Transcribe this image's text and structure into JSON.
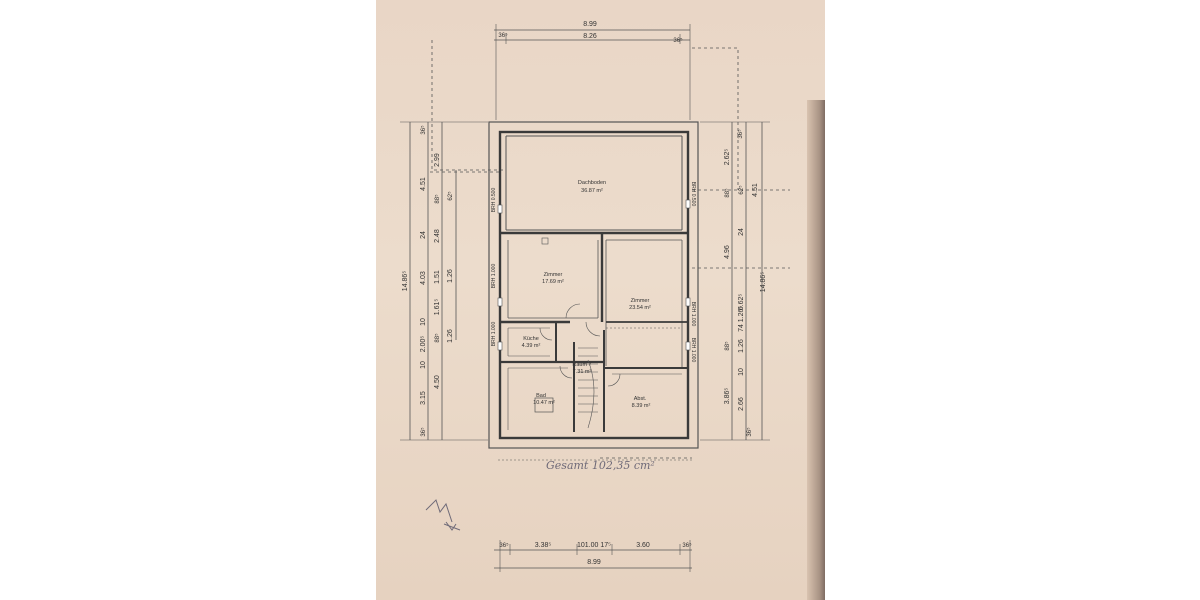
{
  "top_dims": {
    "overall": "8.99",
    "left_wall": "36⁵",
    "inner": "8.26",
    "right_wall": "36⁵"
  },
  "bottom_dims": {
    "left_wall": "36⁵",
    "seg1": "3.38⁵",
    "seg2": "101.00 17⁵",
    "seg3": "3.60",
    "right_wall": "36⁵",
    "overall": "8.99"
  },
  "left_dims": {
    "outer": "14.86⁵",
    "col_a": [
      "4.51",
      "24",
      "4.03",
      "10",
      "2.00⁵",
      "10",
      "3.15"
    ],
    "col_b": [
      "2.99",
      "88⁵",
      "2.48",
      "1.51",
      "1.61⁵",
      "88⁵",
      "4.50"
    ],
    "col_c": [
      "62⁵",
      "1.26",
      "1.26"
    ],
    "top_wall": "36⁵",
    "bottom_wall": "36⁵"
  },
  "right_dims": {
    "outer": "14.86⁵",
    "col_a": [
      "2.62⁵",
      "88⁵",
      "4.96",
      "88⁵",
      "3.86⁵"
    ],
    "col_b": [
      "62⁵",
      "24",
      "6.62⁵",
      "74",
      "1.26",
      "10",
      "2.66"
    ],
    "col_c": [
      "4.51",
      "1.26⁵"
    ],
    "top_wall": "36⁵",
    "bottom_wall": "36⁵"
  },
  "rooms": [
    {
      "name": "Dachboden",
      "area": "36.87 m²"
    },
    {
      "name": "Zimmer",
      "area": "17.69 m²"
    },
    {
      "name": "Zimmer",
      "area": "23.54 m²"
    },
    {
      "name": "Küche",
      "area": "4.39 m²"
    },
    {
      "name": "Raum 7",
      "area": "7.31 m²"
    },
    {
      "name": "Bad",
      "area": "10.47 m²"
    },
    {
      "name": "Abst.",
      "area": "8.39 m²"
    }
  ],
  "brh_labels": [
    "BRH 0.500",
    "BRH 0.500",
    "BRH 1.000",
    "BRH 1.000",
    "BRH 1.000",
    "BRH 1.000"
  ],
  "handwritten_total": "Gesamt 102,35 cm²"
}
